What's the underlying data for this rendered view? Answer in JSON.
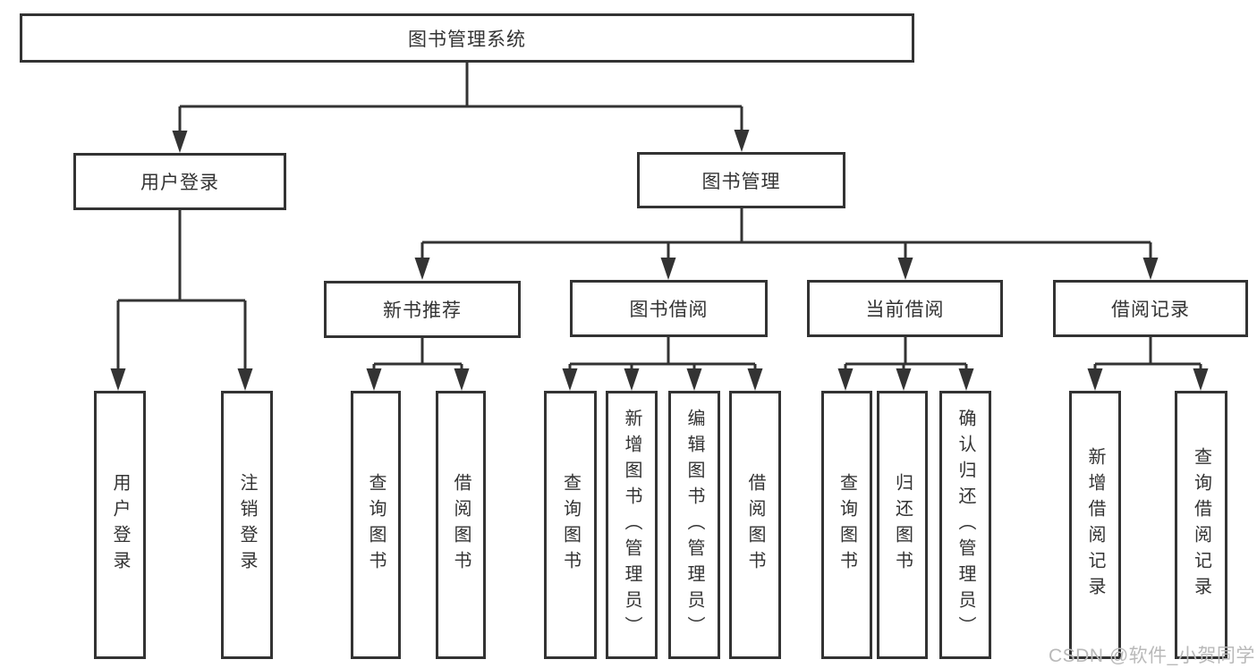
{
  "tree": {
    "root": {
      "label": "图书管理系统",
      "children": [
        {
          "label": "用户登录",
          "children": [
            {
              "label": "用户登录"
            },
            {
              "label": "注销登录"
            }
          ]
        },
        {
          "label": "图书管理",
          "children": [
            {
              "label": "新书推荐",
              "children": [
                {
                  "label": "查询图书"
                },
                {
                  "label": "借阅图书"
                }
              ]
            },
            {
              "label": "图书借阅",
              "children": [
                {
                  "label": "查询图书"
                },
                {
                  "label": "新增图书（管理员）"
                },
                {
                  "label": "编辑图书（管理员）"
                },
                {
                  "label": "借阅图书"
                }
              ]
            },
            {
              "label": "当前借阅",
              "children": [
                {
                  "label": "查询图书"
                },
                {
                  "label": "归还图书"
                },
                {
                  "label": "确认归还（管理员）"
                }
              ]
            },
            {
              "label": "借阅记录",
              "children": [
                {
                  "label": "新增借阅记录"
                },
                {
                  "label": "查询借阅记录"
                }
              ]
            }
          ]
        }
      ]
    }
  },
  "watermark": {
    "text": "CSDN @软件_小贺同学"
  },
  "colors": {
    "line": "#333333",
    "box_border": "#333333",
    "text": "#333333",
    "watermark": "#b9b9b9",
    "background": "#ffffff"
  }
}
